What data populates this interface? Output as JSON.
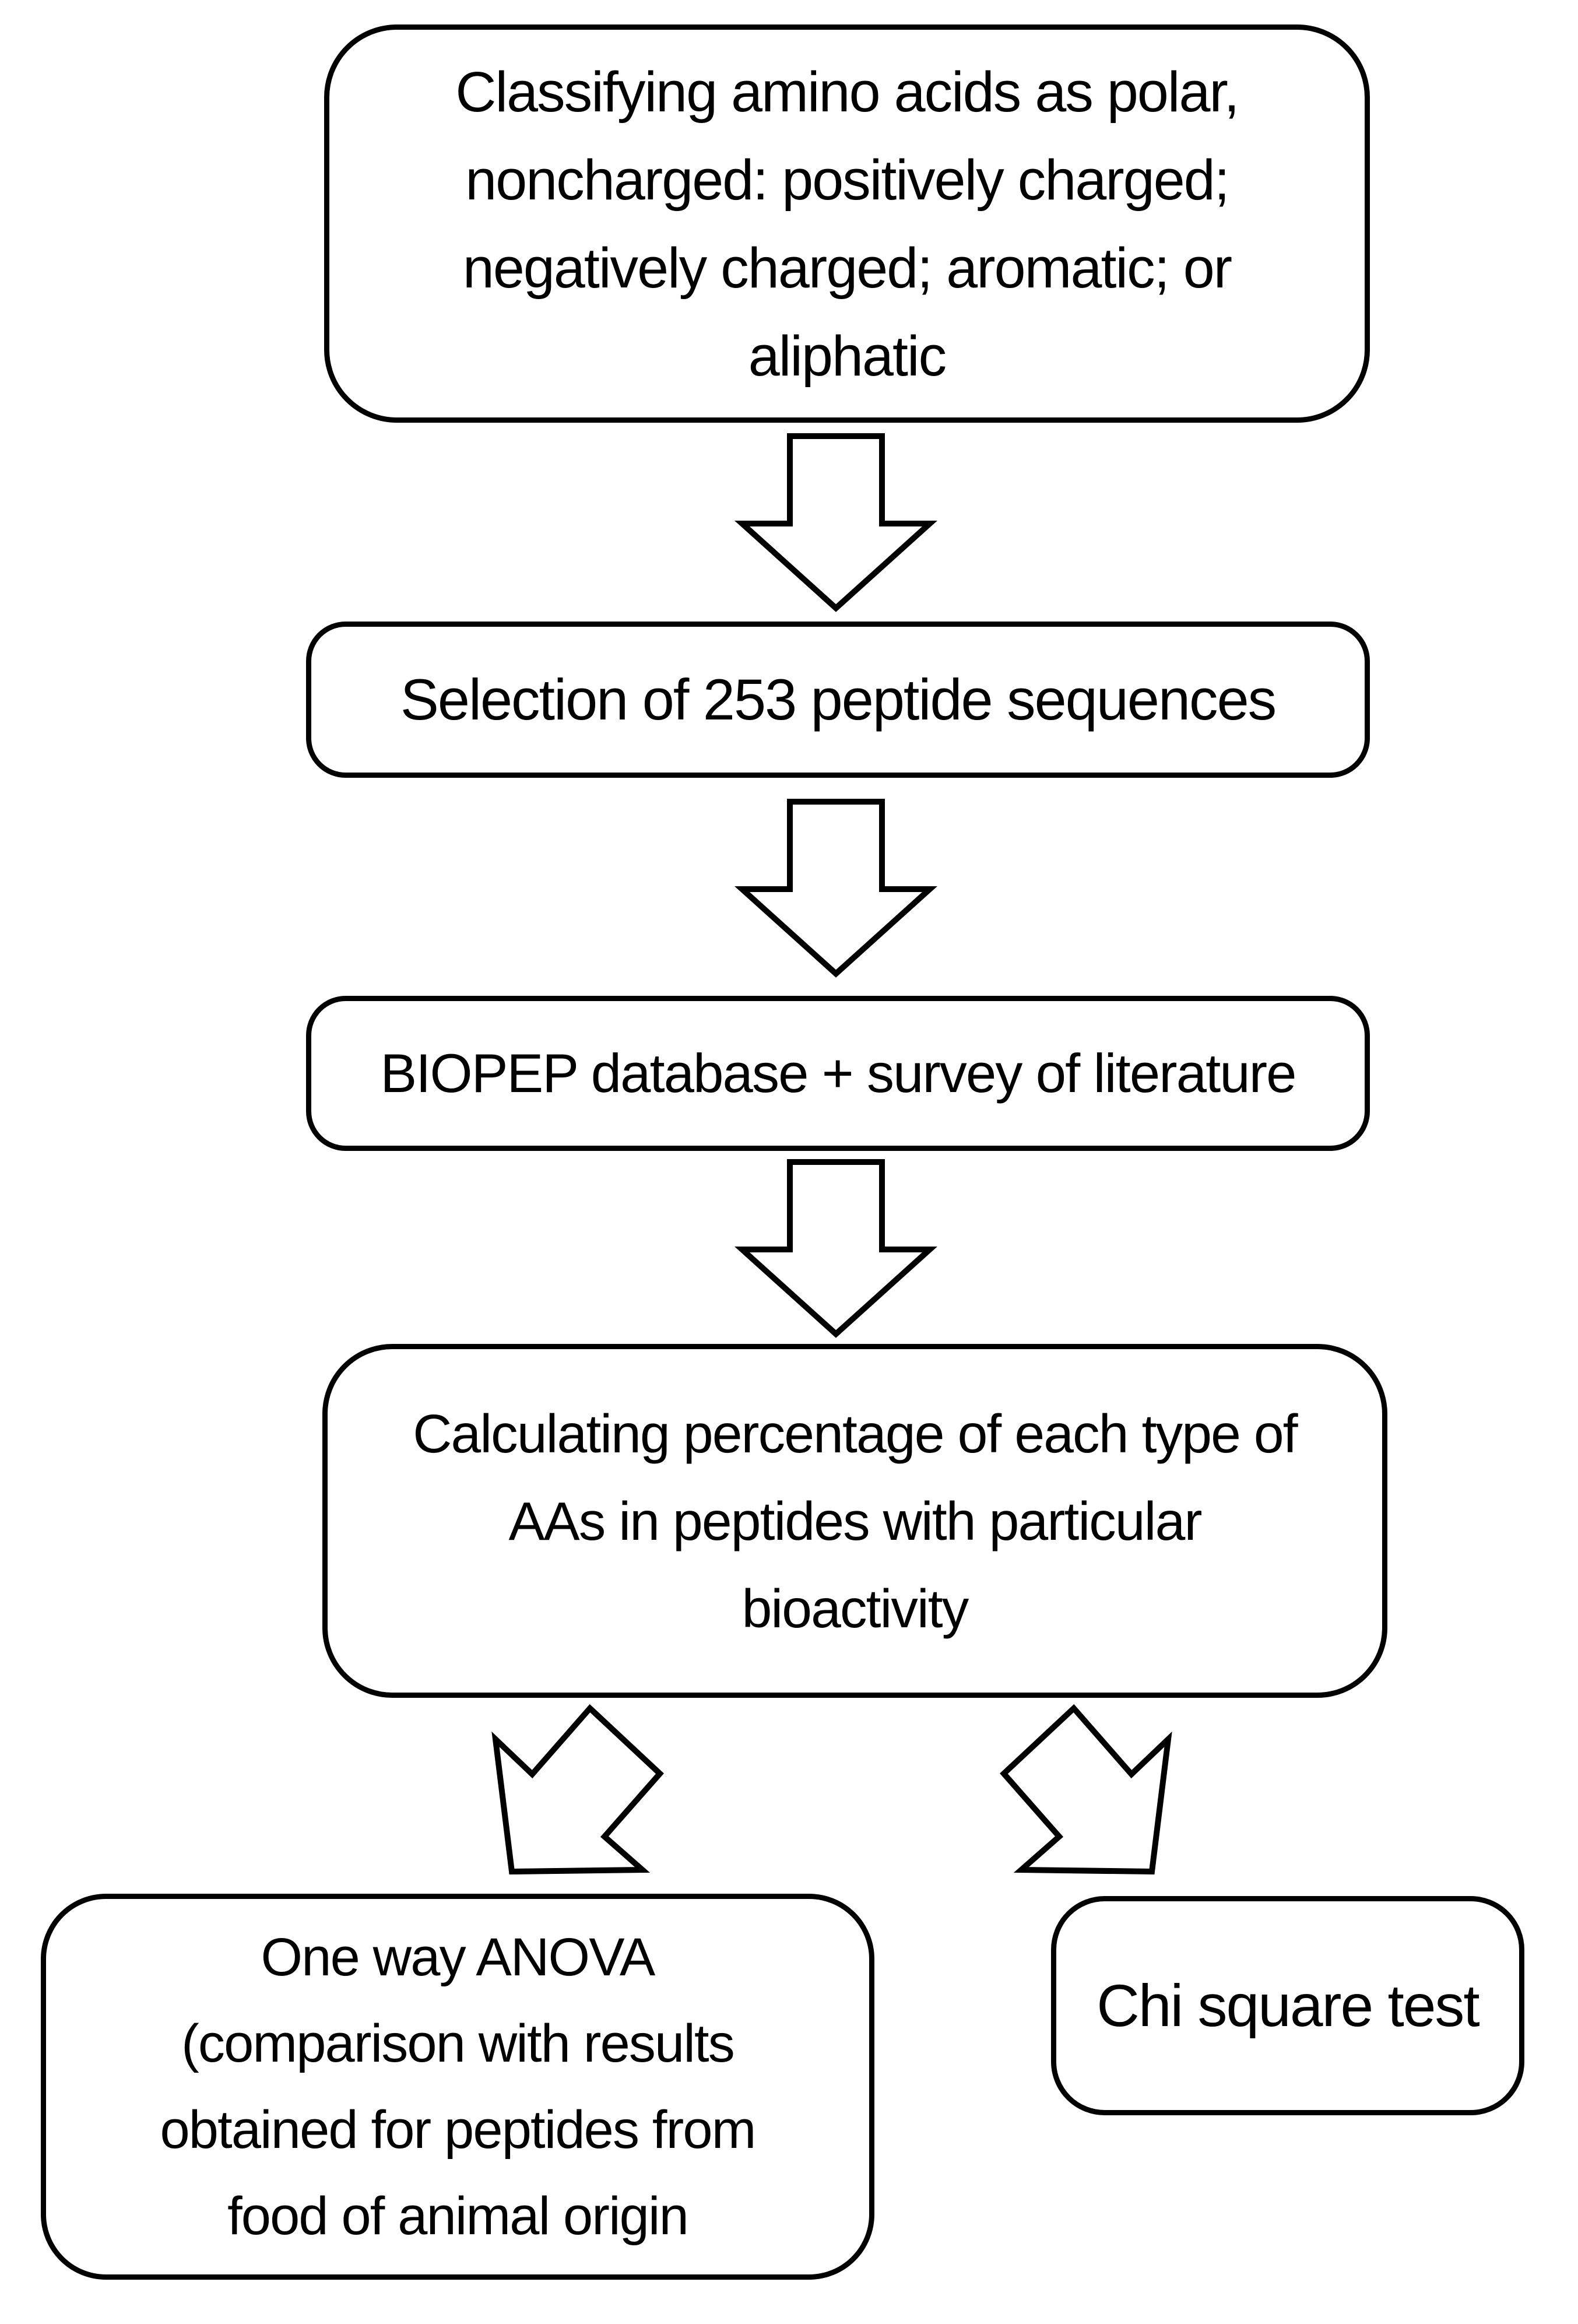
{
  "theme": {
    "background_color": "#ffffff",
    "line_color": "#000000",
    "shape_fill_color": "#ffffff",
    "text_color": "#000000"
  },
  "flowchart": {
    "boxes": [
      {
        "id": "classify-amino-acids",
        "lines": [
          "Classifying amino acids as polar,",
          "noncharged: positively charged;",
          "negatively charged; aromatic; or",
          "aliphatic"
        ]
      },
      {
        "id": "selection-of-sequences",
        "lines": [
          "Selection of 253 peptide sequences"
        ]
      },
      {
        "id": "biopep-database",
        "lines": [
          "BIOPEP database + survey of literature"
        ]
      },
      {
        "id": "calculating-percentage",
        "lines": [
          "Calculating percentage of each type of",
          "AAs in peptides with particular",
          "bioactivity"
        ]
      },
      {
        "id": "one-way-anova",
        "lines": [
          "One way ANOVA",
          "(comparison with results",
          "obtained for peptides from",
          "food of animal origin"
        ]
      },
      {
        "id": "chi-square-test",
        "lines": [
          "Chi square test"
        ]
      }
    ],
    "connectors": [
      {
        "id": "down-arrow-1",
        "shape": "block-arrow",
        "direction": "down",
        "from": "classify-amino-acids",
        "to": "selection-of-sequences"
      },
      {
        "id": "down-arrow-2",
        "shape": "block-arrow",
        "direction": "down",
        "from": "selection-of-sequences",
        "to": "biopep-database"
      },
      {
        "id": "down-arrow-3",
        "shape": "block-arrow",
        "direction": "down",
        "from": "biopep-database",
        "to": "calculating-percentage"
      },
      {
        "id": "down-left-arrow",
        "shape": "block-arrow",
        "direction": "down-left",
        "from": "calculating-percentage",
        "to": "one-way-anova"
      },
      {
        "id": "down-right-arrow",
        "shape": "block-arrow",
        "direction": "down-right",
        "from": "calculating-percentage",
        "to": "chi-square-test"
      }
    ]
  }
}
